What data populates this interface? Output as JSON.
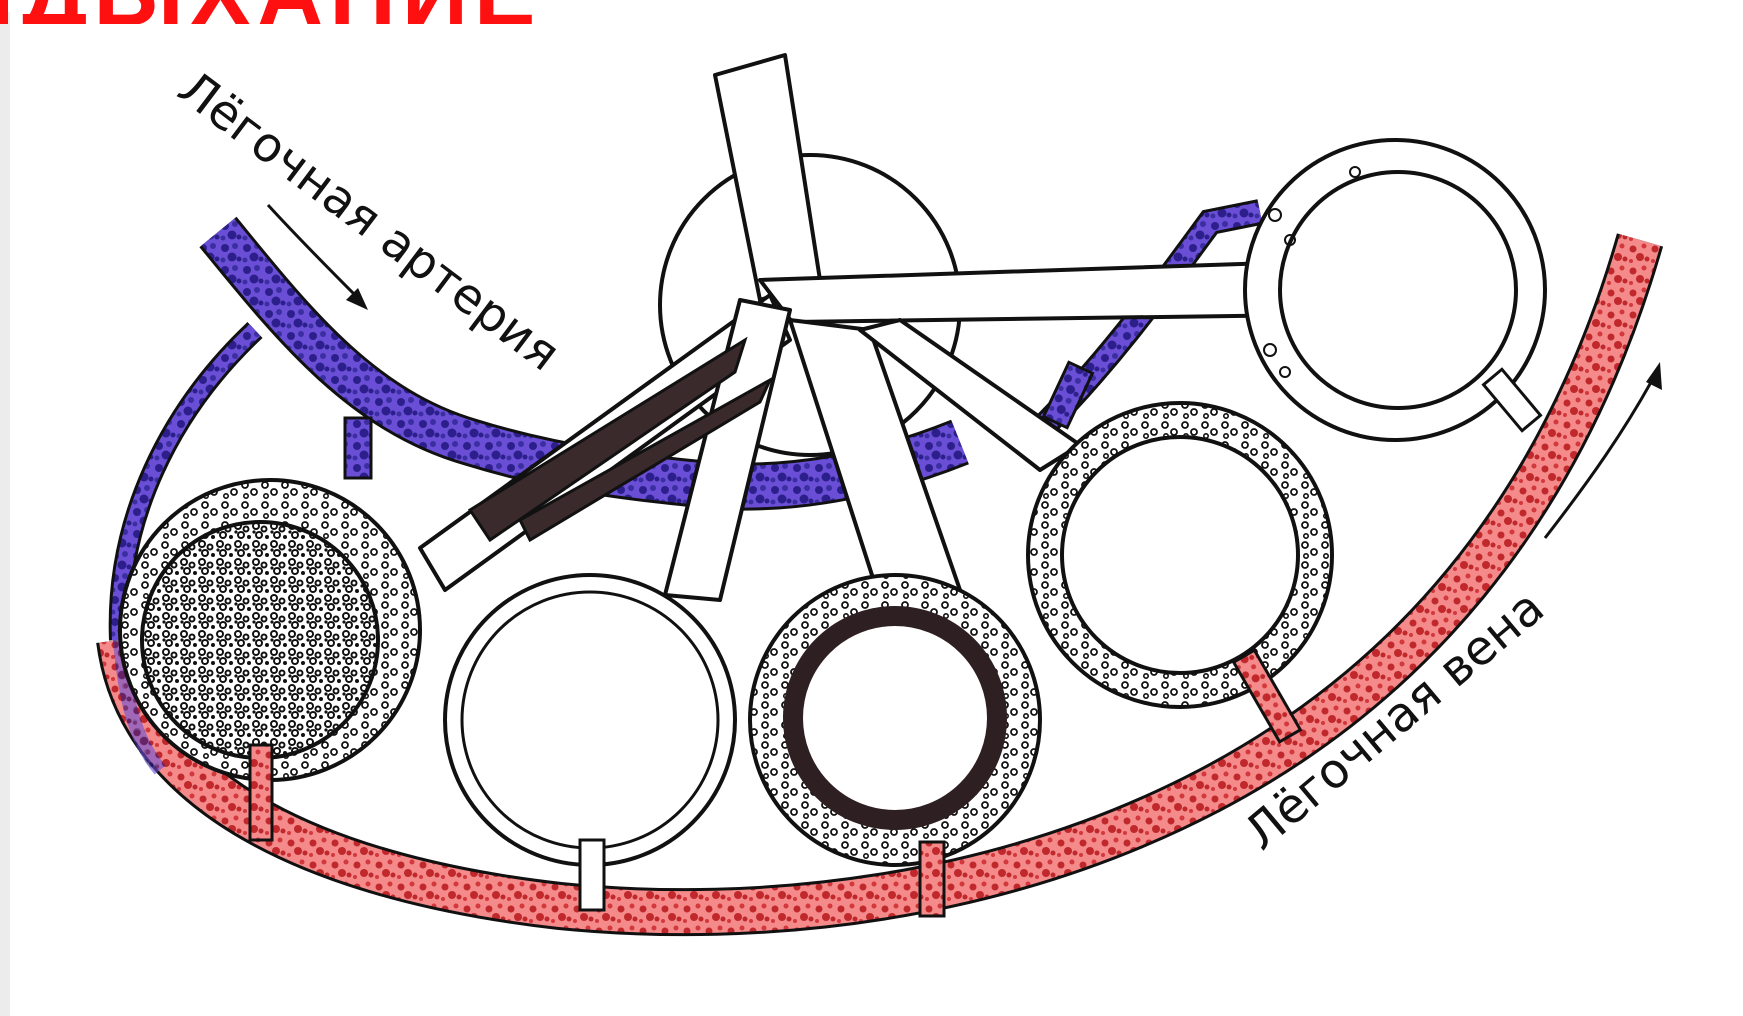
{
  "heading_fragment": "ДЫХАНИЕ",
  "diagram": {
    "labels": {
      "artery": "Лёгочная артерия",
      "vein": "Лёгочная вена"
    },
    "colors": {
      "venous_blood": "#6a4fd6",
      "venous_dots": "#2c1f8c",
      "arterial_blood": "#f48a8a",
      "arterial_dots": "#c0282c",
      "airway_collapsed": "#3a2a2c",
      "outline": "#111111",
      "heading": "#ff1010"
    }
  }
}
